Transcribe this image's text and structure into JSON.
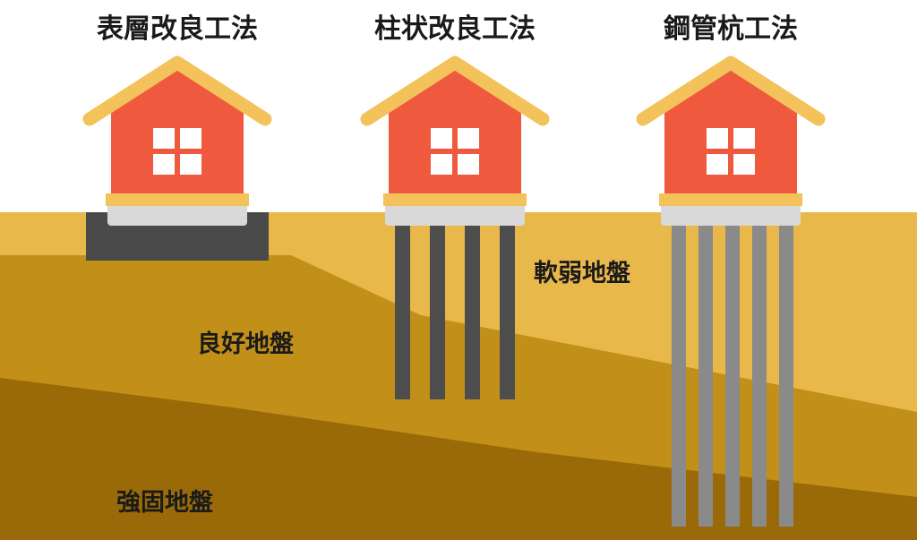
{
  "titles": {
    "surface": "表層改良工法",
    "column": "柱状改良工法",
    "pile": "鋼管杭工法"
  },
  "layers": {
    "soft": "軟弱地盤",
    "good": "良好地盤",
    "firm": "強固地盤"
  },
  "colors": {
    "soft_ground": "#e8b84a",
    "good_ground": "#c28f18",
    "firm_ground": "#9b6a08",
    "house_wall": "#ef5a3f",
    "roof": "#f3c25a",
    "window": "#ffffff",
    "foundation": "#d9d9d9",
    "surface_block": "#4a4a4a",
    "column": "#4d4d4d",
    "steel_pile": "#8a8a8a"
  }
}
